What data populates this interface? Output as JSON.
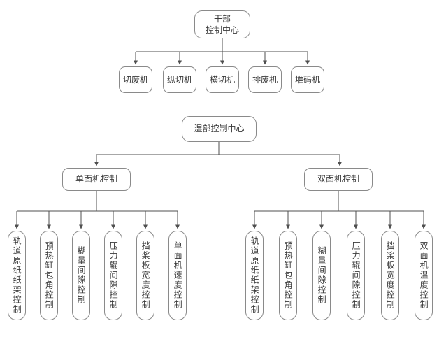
{
  "diagram_title": "corrugator-control-system-org-chart",
  "colors": {
    "background": "#ffffff",
    "box_border": "#8a8a8a",
    "connector_line": "#4f4f4f",
    "text": "#3a3a3a"
  },
  "dry_section_tree": {
    "root": {
      "label": "干部控制中心",
      "line1": "干部",
      "line2": "控制中心"
    },
    "children": [
      {
        "label": "切废机"
      },
      {
        "label": "纵切机"
      },
      {
        "label": "横切机"
      },
      {
        "label": "排废机"
      },
      {
        "label": "堆码机"
      }
    ]
  },
  "wet_section_tree": {
    "root": {
      "label": "湿部控制中心"
    },
    "branches": [
      {
        "label": "单面机控制",
        "children": [
          {
            "label": "轨道原纸纸架控制"
          },
          {
            "label": "预热缸包角控制"
          },
          {
            "label": "糊量间隙控制"
          },
          {
            "label": "压力辊间隙控制"
          },
          {
            "label": "挡桨板宽度控制"
          },
          {
            "label": "单面机速度控制"
          }
        ]
      },
      {
        "label": "双面机控制",
        "children": [
          {
            "label": "轨道原纸纸架控制"
          },
          {
            "label": "预热缸包角控制"
          },
          {
            "label": "糊量间隙控制"
          },
          {
            "label": "压力辊间隙控制"
          },
          {
            "label": "挡桨板宽度控制"
          },
          {
            "label": "双面机温度控制"
          }
        ]
      }
    ]
  }
}
